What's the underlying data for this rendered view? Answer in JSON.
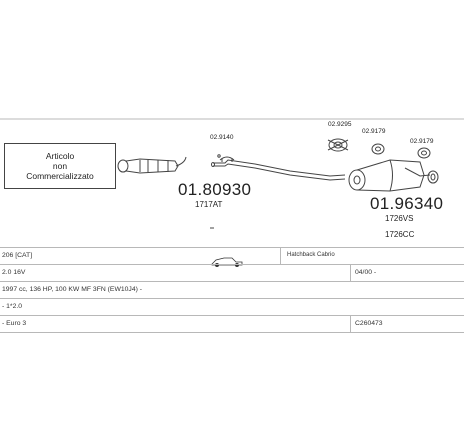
{
  "notice": {
    "line1": "Articolo",
    "line2": "non",
    "line3": "Commercializzato"
  },
  "parts": {
    "mid_code": "01.80930",
    "mid_sub": "1717AT",
    "rear_code": "01.96340",
    "rear_sub1": "1726VS",
    "rear_sub2": "1726CC",
    "fit1": "02.9140",
    "fit2": "02.9295",
    "fit3": "02.9179",
    "fit4": "02.9179"
  },
  "table": {
    "r1_model": "206 [CAT]",
    "r1_body": "Hatchback Cabrio",
    "r2_engine": "2.0 16V",
    "r2_date": "04/00 -",
    "r3_spec": "1997 cc, 136 HP, 100 KW MF 3FN (EW10J4) -",
    "r4_note": "- 1*2.0",
    "r5_emission": "- Euro 3",
    "r5_code": "C260473"
  },
  "colors": {
    "line": "#444444",
    "rule": "#b8b8b8"
  }
}
